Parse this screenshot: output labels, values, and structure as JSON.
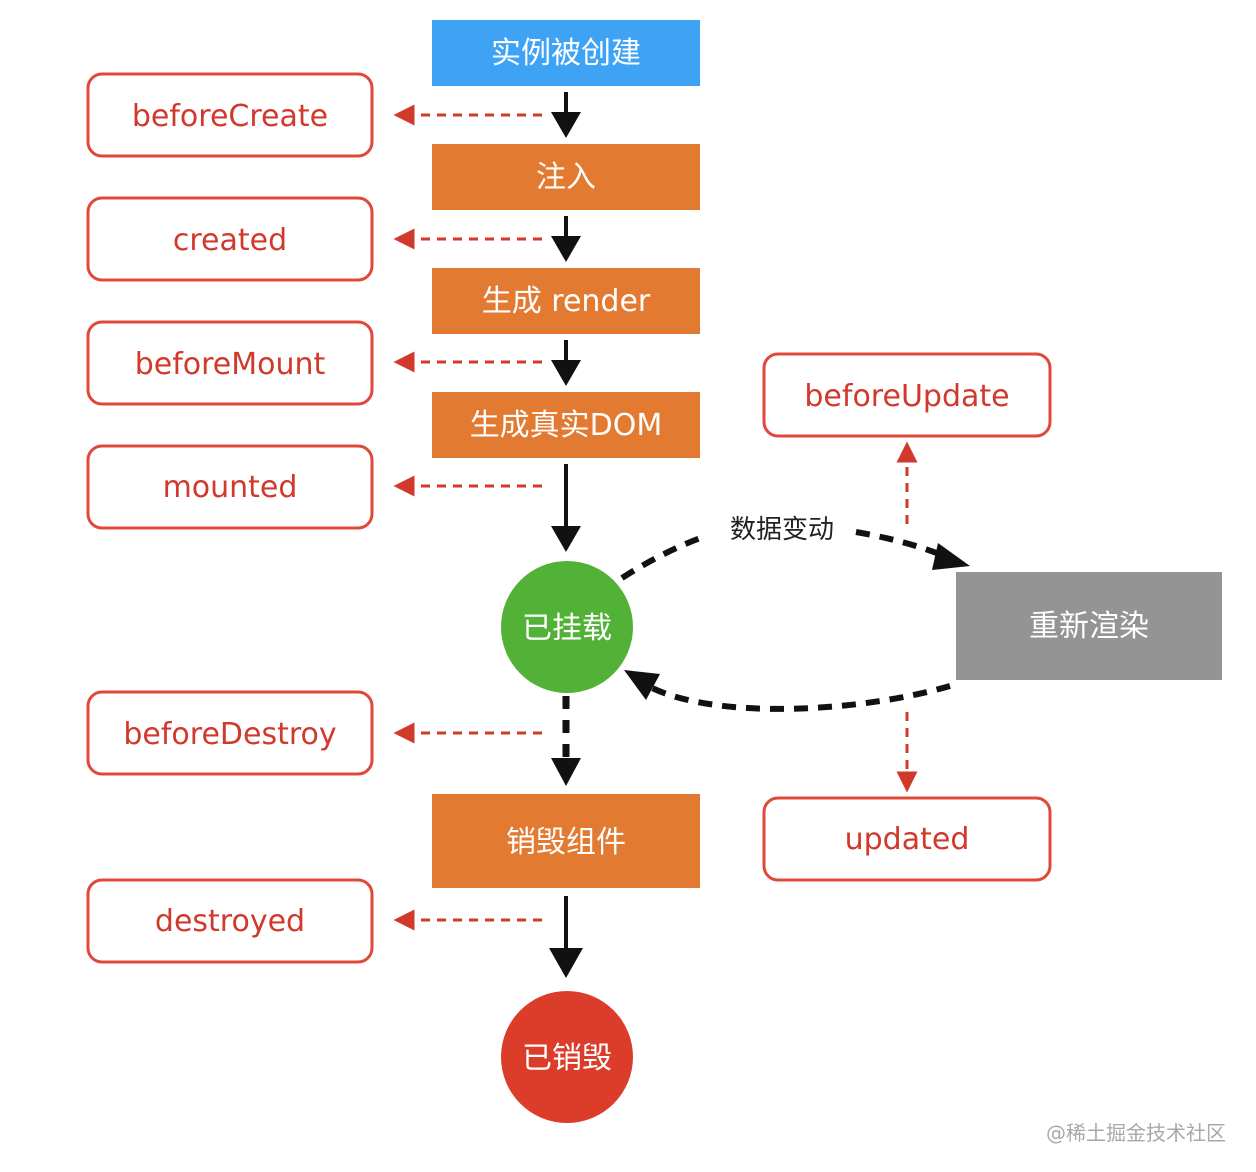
{
  "colors": {
    "blue": "#3fa3f5",
    "orange": "#e27a31",
    "gray": "#949494",
    "green": "#52b137",
    "red": "#dc3c2a",
    "hook_border": "#e0483a",
    "hook_text": "#d0392b"
  },
  "steps": {
    "created_instance": "实例被创建",
    "inject": "注入",
    "gen_render": "生成 render",
    "gen_dom": "生成真实DOM",
    "mounted_state": "已挂载",
    "destroy_component": "销毁组件",
    "destroyed_state": "已销毁",
    "rerender": "重新渲染"
  },
  "hooks": {
    "beforeCreate": "beforeCreate",
    "created": "created",
    "beforeMount": "beforeMount",
    "mounted": "mounted",
    "beforeDestroy": "beforeDestroy",
    "destroyed": "destroyed",
    "beforeUpdate": "beforeUpdate",
    "updated": "updated"
  },
  "labels": {
    "data_change": "数据变动"
  },
  "watermark": "@稀土掘金技术社区"
}
